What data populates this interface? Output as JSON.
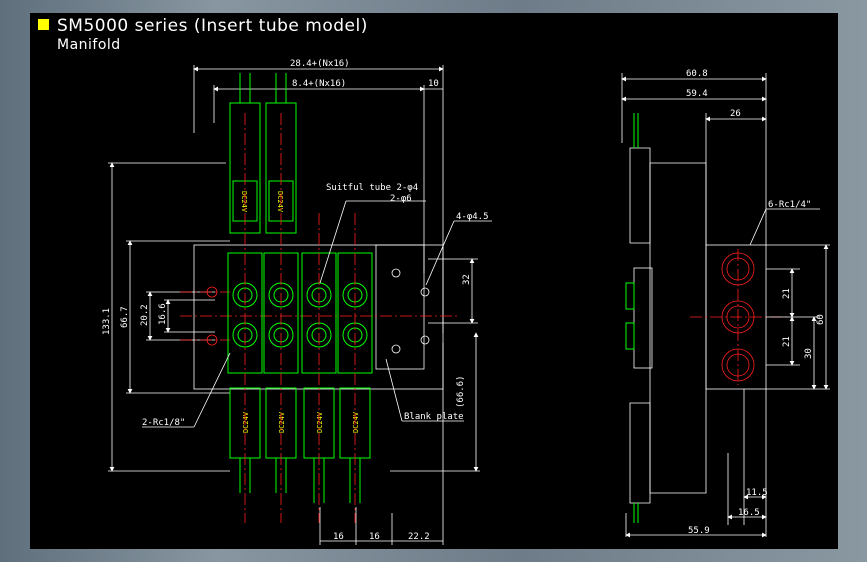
{
  "title": "SM5000 series (Insert tube model)",
  "subtitle": "Manifold",
  "front_view": {
    "dims": {
      "overall_width": "28.4+(Nx16)",
      "inner_width": "8.4+(Nx16)",
      "right_offset": "10",
      "total_height": "133.1",
      "mid_height": "66.7",
      "port_pitch_outer": "20.2",
      "port_pitch_inner": "16.6",
      "mount_pitch": "32",
      "lower_height": "(66.6)",
      "pitch_a": "16",
      "pitch_b": "16",
      "edge": "22.2"
    },
    "callouts": {
      "tube": "Suitful tube 2-φ4",
      "tube2": "2-φ6",
      "mount_holes": "4-φ4.5",
      "ports": "2-Rc1/8\"",
      "blank_plate": "Blank plate"
    },
    "valve_label": "DC24V"
  },
  "side_view": {
    "dims": {
      "total_depth": "60.8",
      "depth_2": "59.4",
      "depth_3": "26",
      "port_pitch_1": "21",
      "port_pitch_2": "21",
      "height": "60",
      "offset": "30",
      "bottom_1": "11.5",
      "bottom_2": "16.5",
      "bottom_3": "55.9"
    },
    "callouts": {
      "ports": "6-Rc1/4\""
    }
  }
}
